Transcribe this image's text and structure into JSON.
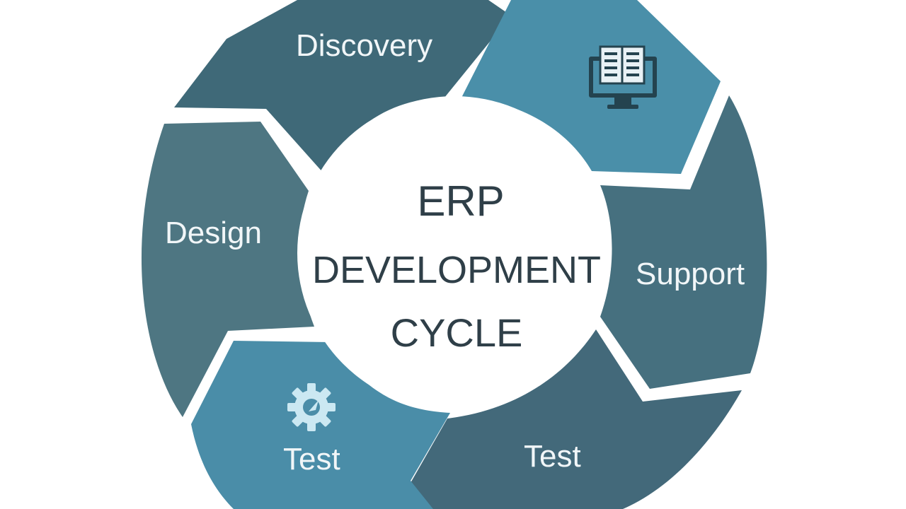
{
  "diagram": {
    "center": {
      "line1": "ERP",
      "line2": "DEVELOPMENT",
      "line3": "CYCLE"
    },
    "segments": [
      {
        "label": "Discovery",
        "color": "#3f6978"
      },
      {
        "label": "",
        "icon": "monitor-document-icon",
        "color": "#4a8fa9"
      },
      {
        "label": "Support",
        "color": "#46707f"
      },
      {
        "label": "Test",
        "color": "#43697a"
      },
      {
        "label": "Test",
        "icon": "gear-icon",
        "color": "#4a8da8"
      },
      {
        "label": "Design",
        "color": "#4e7682"
      }
    ]
  }
}
